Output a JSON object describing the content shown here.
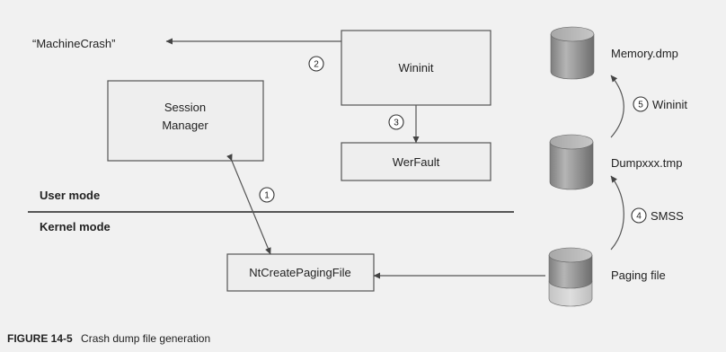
{
  "figure": {
    "caption_label": "FIGURE 14-5",
    "caption_text": "Crash dump file generation"
  },
  "modes": {
    "user": "User mode",
    "kernel": "Kernel mode"
  },
  "boxes": {
    "session_manager_line1": "Session",
    "session_manager_line2": "Manager",
    "wininit": "Wininit",
    "werfault": "WerFault",
    "ntcreate": "NtCreatePagingFile"
  },
  "outputs": {
    "machine_crash": "“MachineCrash”"
  },
  "steps": {
    "s1": "1",
    "s2": "2",
    "s3": "3",
    "s4": "4",
    "s5": "5",
    "s4_label": "SMSS",
    "s5_label": "Wininit"
  },
  "files": {
    "memory": "Memory.dmp",
    "dumpxxx": "Dumpxxx.tmp",
    "paging": "Paging file"
  },
  "colors": {
    "box_fill": "#eeeeee",
    "cylinder_dark": "#8f8f8f",
    "cylinder_light": "#cfcfcf"
  }
}
